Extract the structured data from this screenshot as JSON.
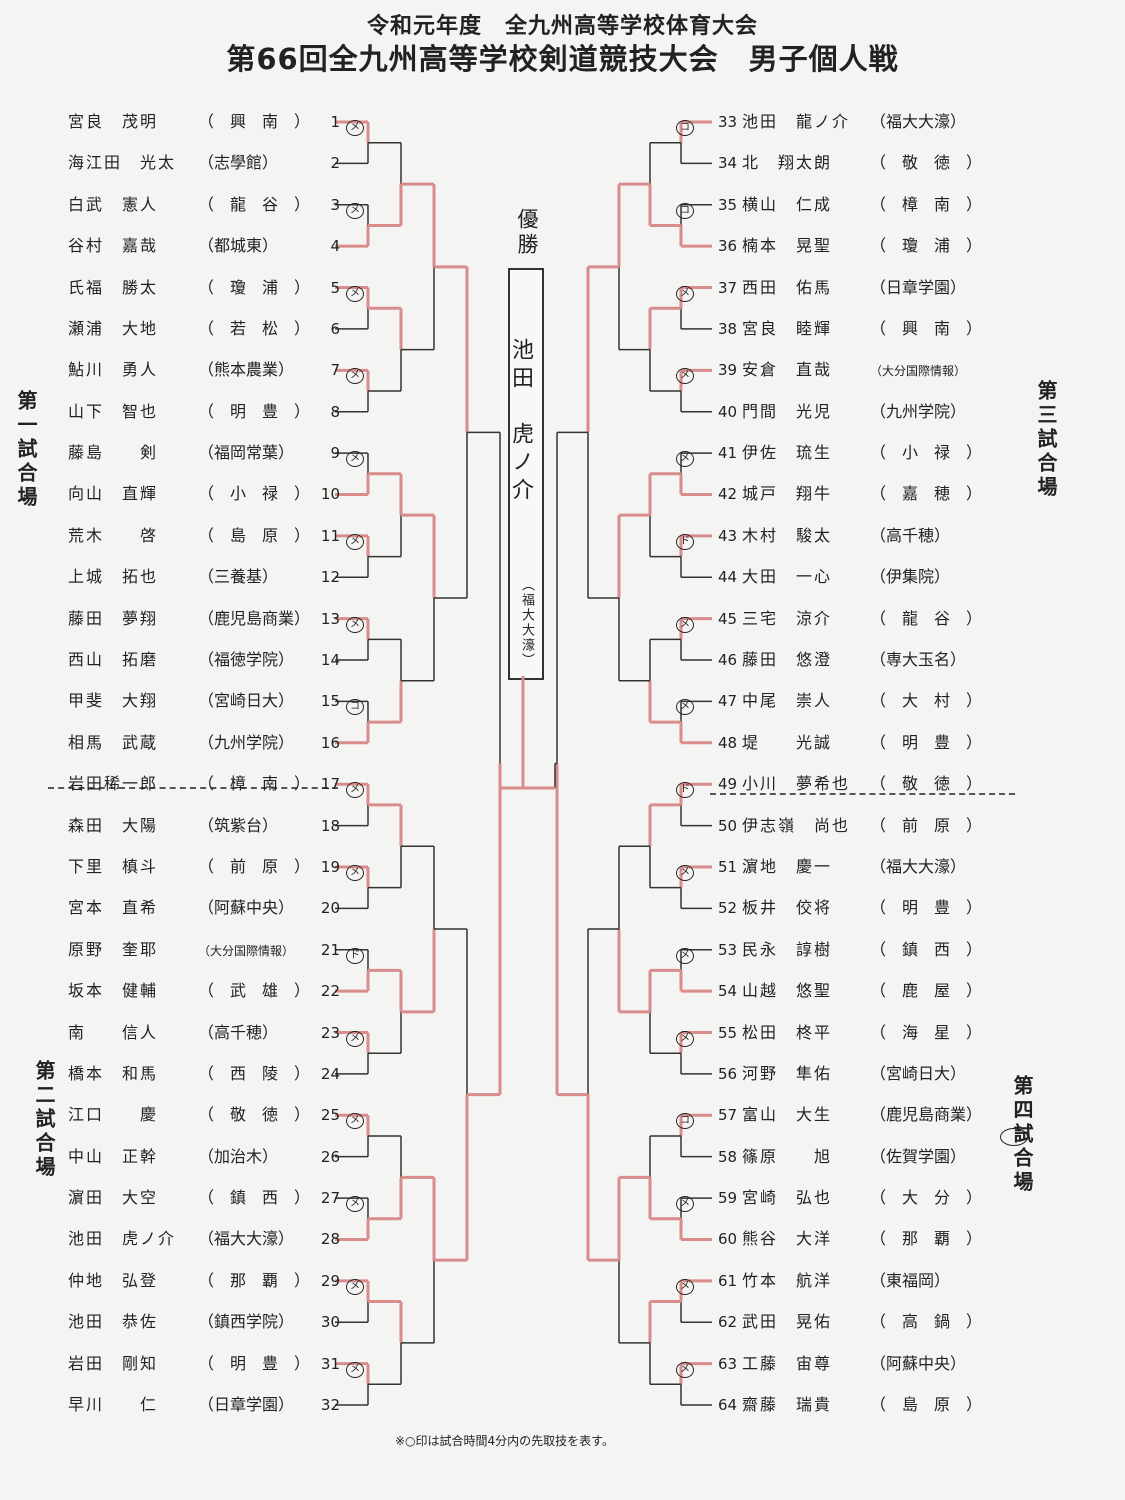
{
  "header": {
    "line1": "令和元年度　全九州高等学校体育大会",
    "line2": "第66回全九州高等学校剣道競技大会　男子個人戦"
  },
  "champion": {
    "label": "優勝",
    "name": "池田　虎ノ介",
    "school": "（福大大濠）"
  },
  "venues": [
    "第一試合場",
    "第二試合場",
    "第三試合場",
    "第四試合場"
  ],
  "note": "※○印は試合時間4分内の先取技を表す。",
  "players_left": [
    {
      "num": "1",
      "name": "宮良　茂明",
      "school": "（　興　南　）"
    },
    {
      "num": "2",
      "name": "海江田　光太",
      "school": "（志學館）"
    },
    {
      "num": "3",
      "name": "白武　憲人",
      "school": "（　龍　谷　）"
    },
    {
      "num": "4",
      "name": "谷村　嘉哉",
      "school": "（都城東）"
    },
    {
      "num": "5",
      "name": "氏福　勝太",
      "school": "（　瓊　浦　）"
    },
    {
      "num": "6",
      "name": "瀬浦　大地",
      "school": "（　若　松　）"
    },
    {
      "num": "7",
      "name": "鮎川　勇人",
      "school": "（熊本農業）"
    },
    {
      "num": "8",
      "name": "山下　智也",
      "school": "（　明　豊　）"
    },
    {
      "num": "9",
      "name": "藤島　　剣",
      "school": "（福岡常葉）"
    },
    {
      "num": "10",
      "name": "向山　直輝",
      "school": "（　小　禄　）"
    },
    {
      "num": "11",
      "name": "荒木　　啓",
      "school": "（　島　原　）"
    },
    {
      "num": "12",
      "name": "上城　拓也",
      "school": "（三養基）"
    },
    {
      "num": "13",
      "name": "藤田　夢翔",
      "school": "（鹿児島商業）"
    },
    {
      "num": "14",
      "name": "西山　拓磨",
      "school": "（福徳学院）"
    },
    {
      "num": "15",
      "name": "甲斐　大翔",
      "school": "（宮崎日大）"
    },
    {
      "num": "16",
      "name": "相馬　武蔵",
      "school": "（九州学院）"
    },
    {
      "num": "17",
      "name": "岩田稀一郎",
      "school": "（　樟　南　）"
    },
    {
      "num": "18",
      "name": "森田　大陽",
      "school": "（筑紫台）"
    },
    {
      "num": "19",
      "name": "下里　槙斗",
      "school": "（　前　原　）"
    },
    {
      "num": "20",
      "name": "宮本　直希",
      "school": "（阿蘇中央）"
    },
    {
      "num": "21",
      "name": "原野　奎耶",
      "school": "（大分国際情報）"
    },
    {
      "num": "22",
      "name": "坂本　健輔",
      "school": "（　武　雄　）"
    },
    {
      "num": "23",
      "name": "南　　信人",
      "school": "（高千穂）"
    },
    {
      "num": "24",
      "name": "橋本　和馬",
      "school": "（　西　陵　）"
    },
    {
      "num": "25",
      "name": "江口　　慶",
      "school": "（　敬　徳　）"
    },
    {
      "num": "26",
      "name": "中山　正幹",
      "school": "（加治木）"
    },
    {
      "num": "27",
      "name": "濵田　大空",
      "school": "（　鎮　西　）"
    },
    {
      "num": "28",
      "name": "池田　虎ノ介",
      "school": "（福大大濠）"
    },
    {
      "num": "29",
      "name": "仲地　弘登",
      "school": "（　那　覇　）"
    },
    {
      "num": "30",
      "name": "池田　恭佐",
      "school": "（鎮西学院）"
    },
    {
      "num": "31",
      "name": "岩田　剛知",
      "school": "（　明　豊　）"
    },
    {
      "num": "32",
      "name": "早川　　仁",
      "school": "（日章学園）"
    }
  ],
  "players_right": [
    {
      "num": "33",
      "name": "池田　龍ノ介",
      "school": "（福大大濠）"
    },
    {
      "num": "34",
      "name": "北　翔太朗",
      "school": "（　敬　徳　）"
    },
    {
      "num": "35",
      "name": "横山　仁成",
      "school": "（　樟　南　）"
    },
    {
      "num": "36",
      "name": "楠本　晃聖",
      "school": "（　瓊　浦　）"
    },
    {
      "num": "37",
      "name": "西田　佑馬",
      "school": "（日章学園）"
    },
    {
      "num": "38",
      "name": "宮良　睦輝",
      "school": "（　興　南　）"
    },
    {
      "num": "39",
      "name": "安倉　直哉",
      "school": "（大分国際情報）"
    },
    {
      "num": "40",
      "name": "門間　光児",
      "school": "（九州学院）"
    },
    {
      "num": "41",
      "name": "伊佐　琉生",
      "school": "（　小　禄　）"
    },
    {
      "num": "42",
      "name": "城戸　翔牛",
      "school": "（　嘉　穂　）"
    },
    {
      "num": "43",
      "name": "木村　駿太",
      "school": "（高千穂）"
    },
    {
      "num": "44",
      "name": "大田　一心",
      "school": "（伊集院）"
    },
    {
      "num": "45",
      "name": "三宅　涼介",
      "school": "（　龍　谷　）"
    },
    {
      "num": "46",
      "name": "藤田　悠澄",
      "school": "（専大玉名）"
    },
    {
      "num": "47",
      "name": "中尾　崇人",
      "school": "（　大　村　）"
    },
    {
      "num": "48",
      "name": "堤　　光誠",
      "school": "（　明　豊　）"
    },
    {
      "num": "49",
      "name": "小川　夢希也",
      "school": "（　敬　徳　）"
    },
    {
      "num": "50",
      "name": "伊志嶺　尚也",
      "school": "（　前　原　）"
    },
    {
      "num": "51",
      "name": "濵地　慶一",
      "school": "（福大大濠）"
    },
    {
      "num": "52",
      "name": "板井　佼将",
      "school": "（　明　豊　）"
    },
    {
      "num": "53",
      "name": "民永　諄樹",
      "school": "（　鎮　西　）"
    },
    {
      "num": "54",
      "name": "山越　悠聖",
      "school": "（　鹿　屋　）"
    },
    {
      "num": "55",
      "name": "松田　柊平",
      "school": "（　海　星　）"
    },
    {
      "num": "56",
      "name": "河野　隼佑",
      "school": "（宮崎日大）"
    },
    {
      "num": "57",
      "name": "富山　大生",
      "school": "（鹿児島商業）"
    },
    {
      "num": "58",
      "name": "篠原　　旭",
      "school": "（佐賀学園）"
    },
    {
      "num": "59",
      "name": "宮崎　弘也",
      "school": "（　大　分　）"
    },
    {
      "num": "60",
      "name": "熊谷　大洋",
      "school": "（　那　覇　）"
    },
    {
      "num": "61",
      "name": "竹本　航洋",
      "school": "（東福岡）"
    },
    {
      "num": "62",
      "name": "武田　晃佑",
      "school": "（　高　鍋　）"
    },
    {
      "num": "63",
      "name": "工藤　宙尊",
      "school": "（阿蘇中央）"
    },
    {
      "num": "64",
      "name": "齋藤　瑞貴",
      "school": "（　島　原　）"
    }
  ],
  "marks": [
    {
      "t": "メ",
      "r": 1
    },
    {
      "t": "メ",
      "r": 2
    },
    {
      "t": "メ",
      "r": 3
    },
    {
      "t": "メ",
      "r": 4
    },
    {
      "t": "メ",
      "r": 5
    },
    {
      "t": "メ",
      "r": 6
    },
    {
      "t": "メ",
      "r": 7
    },
    {
      "t": "コ",
      "r": 8
    },
    {
      "t": "メ",
      "r": 9
    },
    {
      "t": "メ",
      "r": 10
    },
    {
      "t": "ド",
      "r": 11
    },
    {
      "t": "メ",
      "r": 12
    },
    {
      "t": "メ",
      "r": 13
    },
    {
      "t": "メ",
      "r": 14
    },
    {
      "t": "メ",
      "r": 15
    },
    {
      "t": "メ",
      "r": 16
    },
    {
      "t": "コ",
      "r": 17
    },
    {
      "t": "コ",
      "r": 18
    },
    {
      "t": "メ",
      "r": 19
    },
    {
      "t": "メ",
      "r": 20
    },
    {
      "t": "メ",
      "r": 21
    },
    {
      "t": "ド",
      "r": 22
    },
    {
      "t": "メ",
      "r": 23
    },
    {
      "t": "メ",
      "r": 24
    },
    {
      "t": "ド",
      "r": 25
    },
    {
      "t": "メ",
      "r": 26
    },
    {
      "t": "メ",
      "r": 27
    },
    {
      "t": "メ",
      "r": 28
    },
    {
      "t": "コ",
      "r": 29
    },
    {
      "t": "メ",
      "r": 30
    },
    {
      "t": "メ",
      "r": 31
    },
    {
      "t": "メ",
      "r": 32
    }
  ],
  "line_color": "#d98c8c"
}
